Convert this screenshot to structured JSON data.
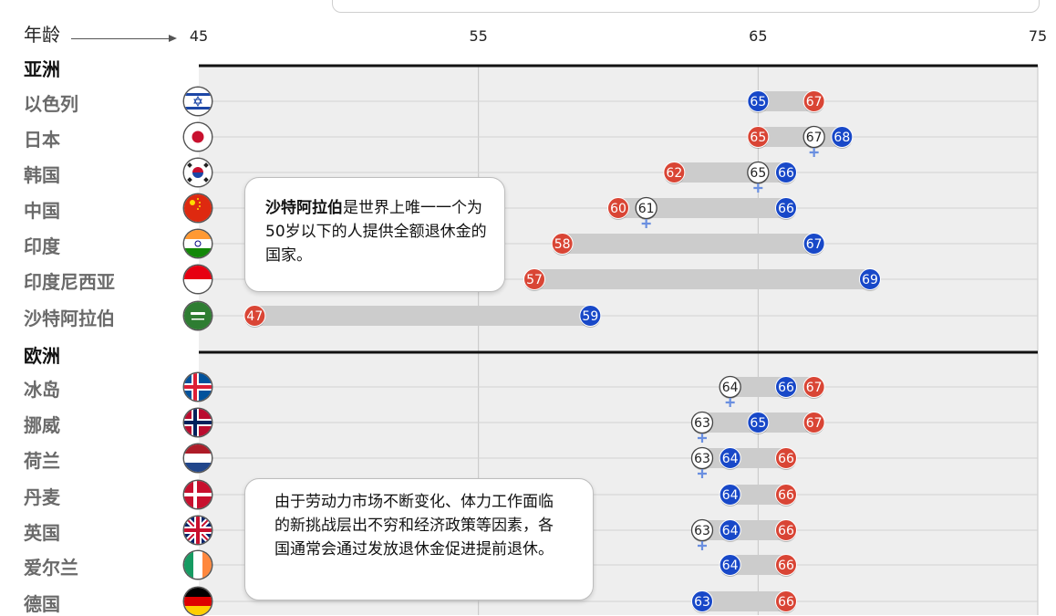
{
  "axis": {
    "label": "年龄",
    "ticks": [
      45,
      55,
      65,
      75
    ]
  },
  "callouts": [
    {
      "bold": "沙特阿拉伯",
      "text": "是世界上唯一一个为50岁以下的人提供全额退休金的国家。"
    },
    {
      "bold": "",
      "text": "由于劳动力市场不断变化、体力工作面临的新挑战层出不穷和经济政策等因素，各国通常会通过发放退休金促进提前退休。"
    }
  ],
  "colors": {
    "early": "#d94535",
    "full": "#1848c8",
    "women": "#ffffff",
    "bar": "#cccccc",
    "marker": "#6a8fe0"
  },
  "chart_data": {
    "type": "range",
    "xlim": [
      45,
      75
    ],
    "regions": [
      {
        "name": "亚洲",
        "countries": [
          {
            "name": "以色列",
            "flag": "israel-flag-icon",
            "early": 67,
            "full": 65,
            "women": null
          },
          {
            "name": "日本",
            "flag": "japan-flag-icon",
            "early": 65,
            "full": 68,
            "women": 67
          },
          {
            "name": "韩国",
            "flag": "korea-flag-icon",
            "early": 62,
            "full": 66,
            "women": 65
          },
          {
            "name": "中国",
            "flag": "china-flag-icon",
            "early": 60,
            "full": 66,
            "women": 61
          },
          {
            "name": "印度",
            "flag": "india-flag-icon",
            "early": 58,
            "full": 67,
            "women": null
          },
          {
            "name": "印度尼西亚",
            "flag": "indonesia-flag-icon",
            "early": 57,
            "full": 69,
            "women": null
          },
          {
            "name": "沙特阿拉伯",
            "flag": "saudi-flag-icon",
            "early": 47,
            "full": 59,
            "women": null
          }
        ]
      },
      {
        "name": "欧洲",
        "countries": [
          {
            "name": "冰岛",
            "flag": "iceland-flag-icon",
            "early": 67,
            "full": 66,
            "women": 64
          },
          {
            "name": "挪威",
            "flag": "norway-flag-icon",
            "early": 67,
            "full": 65,
            "women": 63
          },
          {
            "name": "荷兰",
            "flag": "netherlands-flag-icon",
            "early": 66,
            "full": 64,
            "women": 63
          },
          {
            "name": "丹麦",
            "flag": "denmark-flag-icon",
            "early": 66,
            "full": 64,
            "women": null
          },
          {
            "name": "英国",
            "flag": "uk-flag-icon",
            "early": 66,
            "full": 64,
            "women": 63
          },
          {
            "name": "爱尔兰",
            "flag": "ireland-flag-icon",
            "early": 66,
            "full": 64,
            "women": null
          },
          {
            "name": "德国",
            "flag": "germany-flag-icon",
            "early": 66,
            "full": 63,
            "women": null
          }
        ]
      }
    ]
  }
}
